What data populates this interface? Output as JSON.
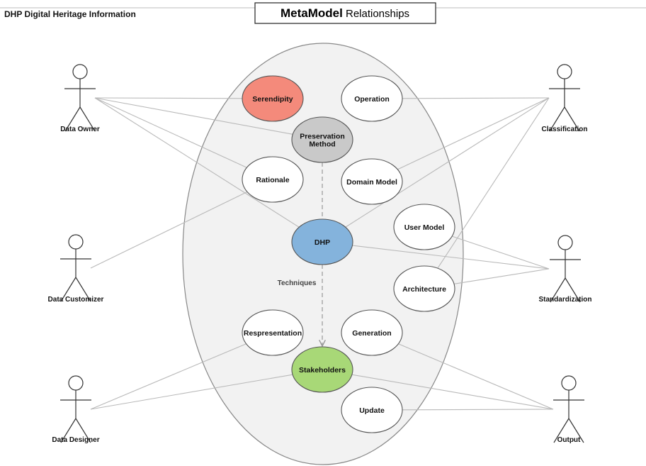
{
  "header": {
    "left_title": "DHP Digital Heritage Information",
    "title_bold": "MetaModel",
    "title_rest": " Relationships"
  },
  "colors": {
    "boundary_fill": "#f2f2f2",
    "serendipity": "#f48a7b",
    "preservation": "#c9c9c9",
    "dhp": "#84b3dc",
    "stakeholders": "#a8d877",
    "default": "#ffffff",
    "lines": "#b9b9b9"
  },
  "use_cases": [
    {
      "id": "serendipity",
      "label": [
        "Serendipity"
      ],
      "color": "serendipity"
    },
    {
      "id": "operation",
      "label": [
        "Operation"
      ],
      "color": "default"
    },
    {
      "id": "preservation",
      "label": [
        "Preservation",
        "Method"
      ],
      "color": "preservation"
    },
    {
      "id": "rationale",
      "label": [
        "Rationale"
      ],
      "color": "default"
    },
    {
      "id": "domain-model",
      "label": [
        "Domain Model"
      ],
      "color": "default"
    },
    {
      "id": "user-model",
      "label": [
        "User Model"
      ],
      "color": "default"
    },
    {
      "id": "dhp",
      "label": [
        "DHP"
      ],
      "color": "dhp"
    },
    {
      "id": "architecture",
      "label": [
        "Architecture"
      ],
      "color": "default"
    },
    {
      "id": "representation",
      "label": [
        "Respresentation"
      ],
      "color": "default"
    },
    {
      "id": "generation",
      "label": [
        "Generation"
      ],
      "color": "default"
    },
    {
      "id": "stakeholders",
      "label": [
        "Stakeholders"
      ],
      "color": "stakeholders"
    },
    {
      "id": "update",
      "label": [
        "Update"
      ],
      "color": "default"
    }
  ],
  "actors": [
    {
      "id": "data-owner",
      "label": "Data Owner"
    },
    {
      "id": "classification",
      "label": "Classification"
    },
    {
      "id": "data-customizer",
      "label": "Data Customizer"
    },
    {
      "id": "standardization",
      "label": "Standardization"
    },
    {
      "id": "data-designer",
      "label": "Data Designer"
    },
    {
      "id": "output",
      "label": "Output"
    }
  ],
  "associations": [
    [
      "data-owner",
      "serendipity"
    ],
    [
      "data-owner",
      "preservation"
    ],
    [
      "data-owner",
      "rationale"
    ],
    [
      "data-owner",
      "dhp"
    ],
    [
      "classification",
      "operation"
    ],
    [
      "classification",
      "domain-model"
    ],
    [
      "classification",
      "dhp"
    ],
    [
      "classification",
      "architecture"
    ],
    [
      "data-customizer",
      "rationale"
    ],
    [
      "standardization",
      "user-model"
    ],
    [
      "standardization",
      "dhp"
    ],
    [
      "standardization",
      "architecture"
    ],
    [
      "data-designer",
      "representation"
    ],
    [
      "data-designer",
      "stakeholders"
    ],
    [
      "output",
      "generation"
    ],
    [
      "output",
      "stakeholders"
    ],
    [
      "output",
      "update"
    ]
  ],
  "flows": [
    {
      "from": "preservation",
      "to": "dhp",
      "label": ""
    },
    {
      "from": "dhp",
      "to": "stakeholders",
      "label": "Techniques"
    }
  ]
}
